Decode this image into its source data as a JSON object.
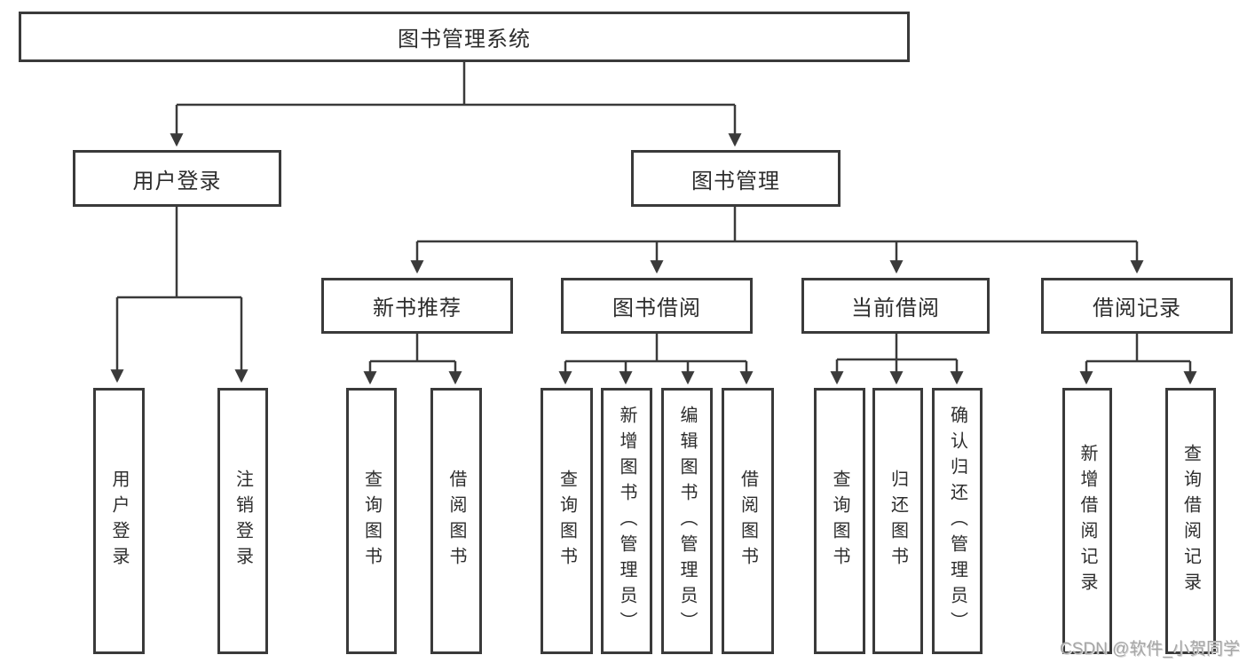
{
  "diagram": {
    "root": {
      "label": "图书管理系统"
    },
    "branches": [
      {
        "label": "用户登录",
        "children": [
          {
            "label": "用户登录"
          },
          {
            "label": "注销登录"
          }
        ]
      },
      {
        "label": "图书管理",
        "groups": [
          {
            "label": "新书推荐",
            "children": [
              {
                "label": "查询图书"
              },
              {
                "label": "借阅图书"
              }
            ]
          },
          {
            "label": "图书借阅",
            "children": [
              {
                "label": "查询图书"
              },
              {
                "label": "新增图书（管理员）"
              },
              {
                "label": "编辑图书（管理员）"
              },
              {
                "label": "借阅图书"
              }
            ]
          },
          {
            "label": "当前借阅",
            "children": [
              {
                "label": "查询图书"
              },
              {
                "label": "归还图书"
              },
              {
                "label": "确认归还（管理员）"
              }
            ]
          },
          {
            "label": "借阅记录",
            "children": [
              {
                "label": "新增借阅记录"
              },
              {
                "label": "查询借阅记录"
              }
            ]
          }
        ]
      }
    ],
    "watermark": "CSDN @软件_小贺同学",
    "colors": {
      "line": "#3a3a3a",
      "text": "#2d2d2d",
      "watermark": "#a6a6a6",
      "background": "#ffffff"
    }
  }
}
